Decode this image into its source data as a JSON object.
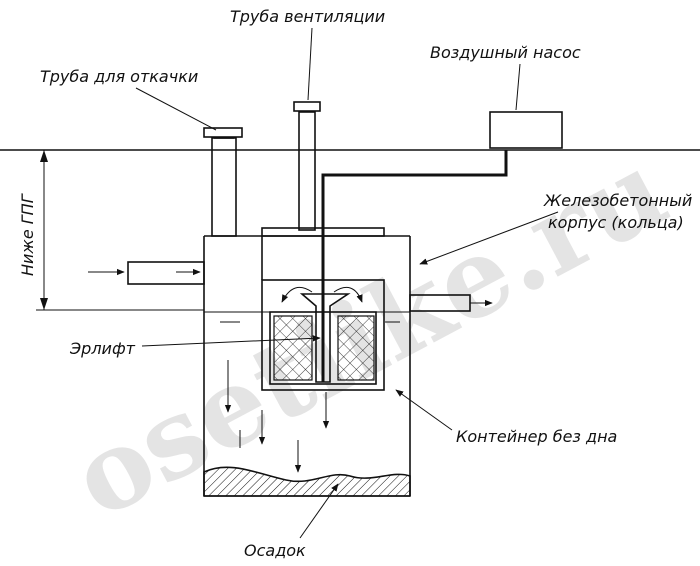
{
  "labels": {
    "vent_pipe": "Труба вентиляции",
    "pump_pipe": "Труба для откачки",
    "air_pump": "Воздушный насос",
    "concrete_body": "Железобетонный",
    "concrete_body_2": "корпус (кольца)",
    "below_level": "Ниже ГПГ",
    "airlift": "Эрлифт",
    "container": "Контейнер без дна",
    "sediment": "Осадок"
  },
  "watermark": "osetiike.ru",
  "colors": {
    "line": "#111111",
    "watermark": "#cfcfcf",
    "background": "#ffffff"
  }
}
